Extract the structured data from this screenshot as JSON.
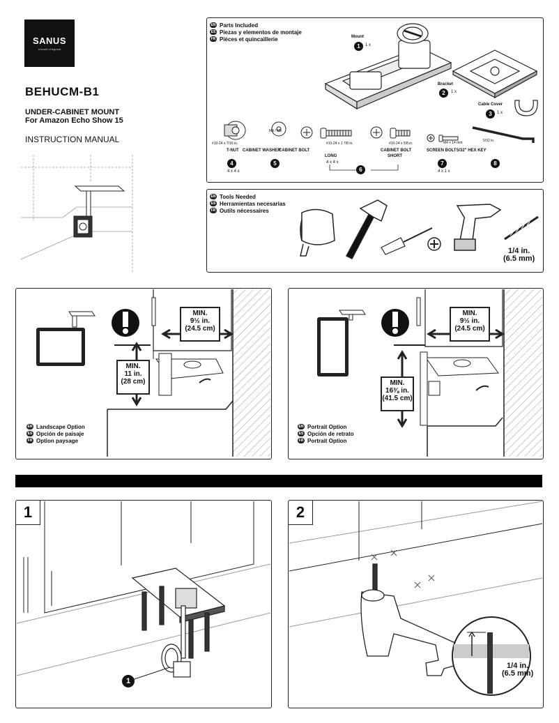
{
  "brand": {
    "name": "SANUS",
    "tagline": "a brand of legrand"
  },
  "product": {
    "model": "BEHUCM-B1",
    "title_line1": "UNDER-CABINET MOUNT",
    "title_line2": "For Amazon Echo Show 15",
    "doc_type": "INSTRUCTION MANUAL"
  },
  "lang_codes": {
    "en": "EN",
    "es": "ES",
    "fr": "FR"
  },
  "parts": {
    "heading_en": "Parts Included",
    "heading_es": "Piezas y elementos de montaje",
    "heading_fr": "Pièces et quincaillerie",
    "mount": {
      "label": "Mount",
      "num": "1",
      "qty": "1 x"
    },
    "bracket": {
      "label": "Bracket",
      "num": "2",
      "qty": "1 x"
    },
    "cable_cover": {
      "label": "Cable Cover",
      "num": "3",
      "qty": "1 x"
    },
    "tnut": {
      "label": "T-NUT",
      "num": "4",
      "qty": "4 x 4 x",
      "size": "#10-24 x 7/16 in."
    },
    "washer": {
      "label": "CABINET WASHER",
      "num": "5",
      "size": "M4 / M5"
    },
    "cabinet_bolt": {
      "label": "CABINET BOLT",
      "num": "6",
      "long": "LONG",
      "long_qty": "4 x 4 x",
      "short": "SHORT",
      "long_size": "#10-24 x 1 7/8 in.",
      "short_size": "#10-24 x 5/8 in."
    },
    "screen_bolt": {
      "label": "SCREEN BOLT",
      "num": "7",
      "qty": "4 x 1 x",
      "size": "M4 x 14 mm"
    },
    "hex_key": {
      "label": "5/32\" HEX KEY",
      "num": "8",
      "size": "5/32 in."
    }
  },
  "tools": {
    "heading_en": "Tools Needed",
    "heading_es": "Herramientas necesarias",
    "heading_fr": "Outils nécessaires",
    "drill_bit_in": "1/4 in.",
    "drill_bit_mm": "(6.5 mm)"
  },
  "landscape": {
    "label_en": "Landscape Option",
    "label_es": "Opción de paisaje",
    "label_fr": "Option paysage",
    "horiz_l1": "MIN.",
    "horiz_l2": "9½ in.",
    "horiz_l3": "(24.5 cm)",
    "vert_l1": "MIN.",
    "vert_l2": "11 in.",
    "vert_l3": "(28 cm)"
  },
  "portrait": {
    "label_en": "Portrait Option",
    "label_es": "Opción de retrato",
    "label_fr": "Portrait Option",
    "horiz_l1": "MIN.",
    "horiz_l2": "9½ in.",
    "horiz_l3": "(24.5 cm)",
    "vert_l1": "MIN.",
    "vert_l2": "16⅜ in.",
    "vert_l3": "(41.5 cm)"
  },
  "steps": [
    {
      "num": "1",
      "callout": "1"
    },
    {
      "num": "2",
      "drill_in": "1/4 in.",
      "drill_mm": "(6.5 mm)"
    }
  ]
}
